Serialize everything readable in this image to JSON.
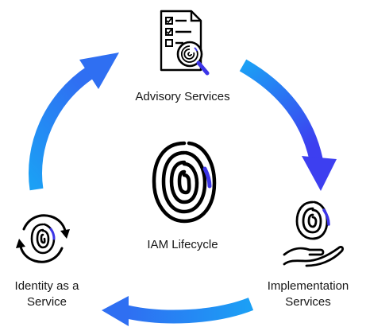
{
  "diagram": {
    "center_label": "IAM Lifecycle",
    "nodes": [
      {
        "id": "advisory",
        "label_lines": [
          "Advisory Services"
        ],
        "icon": "checklist-magnifier-fingerprint-icon"
      },
      {
        "id": "implementation",
        "label_lines": [
          "Implementation",
          "Services"
        ],
        "icon": "hand-fingerprint-icon"
      },
      {
        "id": "idaas",
        "label_lines": [
          "Identity as a",
          "Service"
        ],
        "icon": "cycle-fingerprint-icon"
      }
    ],
    "center_icon": "fingerprint-icon",
    "arrows": [
      {
        "from": "idaas",
        "to": "advisory"
      },
      {
        "from": "advisory",
        "to": "implementation"
      },
      {
        "from": "implementation",
        "to": "idaas"
      }
    ],
    "colors": {
      "text": "#161616",
      "icon_stroke": "#000000",
      "accent": "#3c35e8",
      "arrow_light": "#1ba0f5",
      "arrow_dark": "#3d3ff0"
    }
  }
}
